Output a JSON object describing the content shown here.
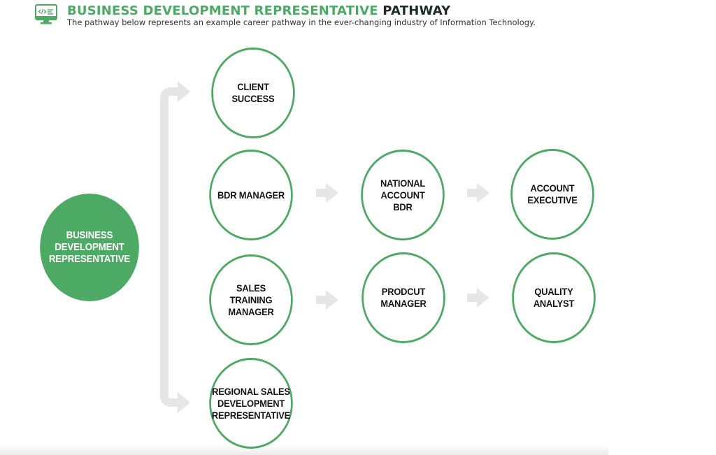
{
  "header": {
    "icon": "monitor-code-icon",
    "title_green": "BUSINESS DEVELOPMENT REPRESENTATIVE",
    "title_dark": "PATHWAY",
    "subtitle": "The pathway below represents an example career pathway in the ever-changing industry of Information Technology."
  },
  "colors": {
    "accent": "#4caa64",
    "connector": "#e6e6e6",
    "text": "#141414"
  },
  "nodes": {
    "start": "BUSINESS\nDEVELOPMENT\nREPRESENTATIVE",
    "client_success": "CLIENT SUCCESS",
    "bdr_manager": "BDR MANAGER",
    "national_account_bdr": "NATIONAL ACCOUNT\nBDR",
    "account_executive": "ACCOUNT\nEXECUTIVE",
    "sales_training_manager": "SALES TRAINING\nMANAGER",
    "prodcut_manager": "PRODCUT\nMANAGER",
    "quality_analyst": "QUALITY\nANALYST",
    "regional_sales": "REGIONAL SALES\nDEVELOPMENT\nREPRESENTATIVE"
  }
}
